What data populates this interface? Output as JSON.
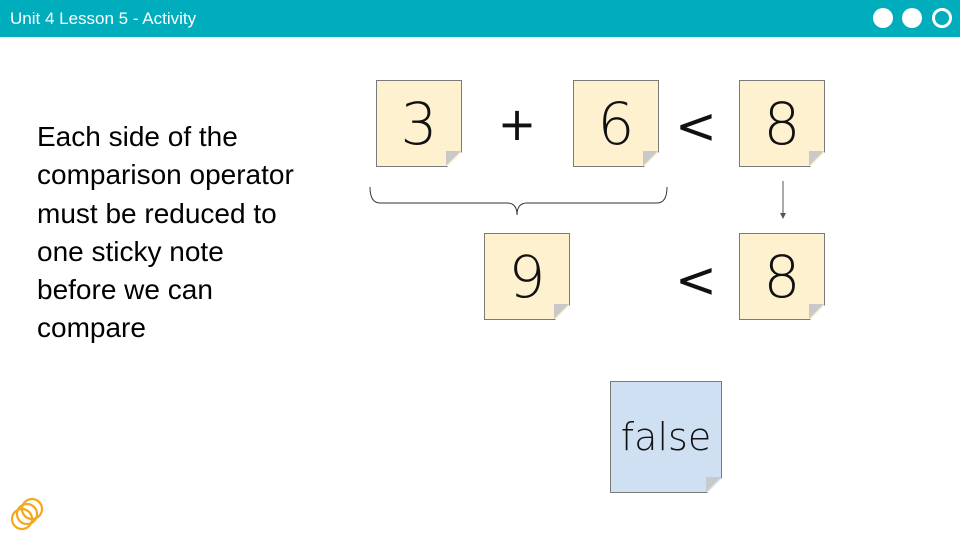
{
  "header": {
    "title": "Unit 4 Lesson 5 - Activity",
    "bar_color": "#00adbc",
    "nav_dots": [
      {
        "style": "filled"
      },
      {
        "style": "filled"
      },
      {
        "style": "hollow"
      }
    ]
  },
  "main": {
    "explanation": "Each side of the comparison operator must be reduced to one sticky note before we can compare",
    "row1": {
      "left_value": "3",
      "plus": "+",
      "right_value": "6",
      "comparison": "<",
      "compare_value": "8"
    },
    "row2": {
      "sum_value": "9",
      "comparison": "<",
      "compare_value": "8"
    },
    "result": "false",
    "sticky_colors": {
      "yellow": "#fdf1cf",
      "blue": "#cfe0f2"
    }
  },
  "footer": {
    "logo_icon": "code-org-logo-icon"
  }
}
